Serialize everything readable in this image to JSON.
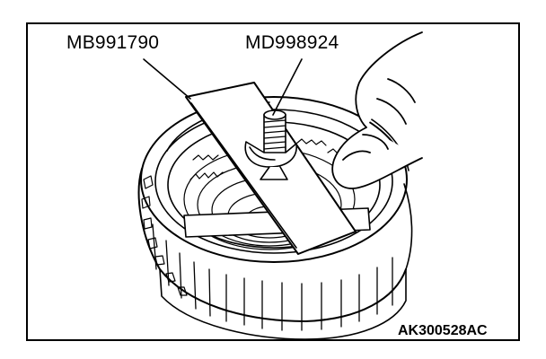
{
  "labels": {
    "tool_a": "MB991790",
    "tool_b": "MD998924",
    "figure_code": "AK300528AC"
  },
  "colors": {
    "line": "#000000",
    "background": "#ffffff"
  }
}
